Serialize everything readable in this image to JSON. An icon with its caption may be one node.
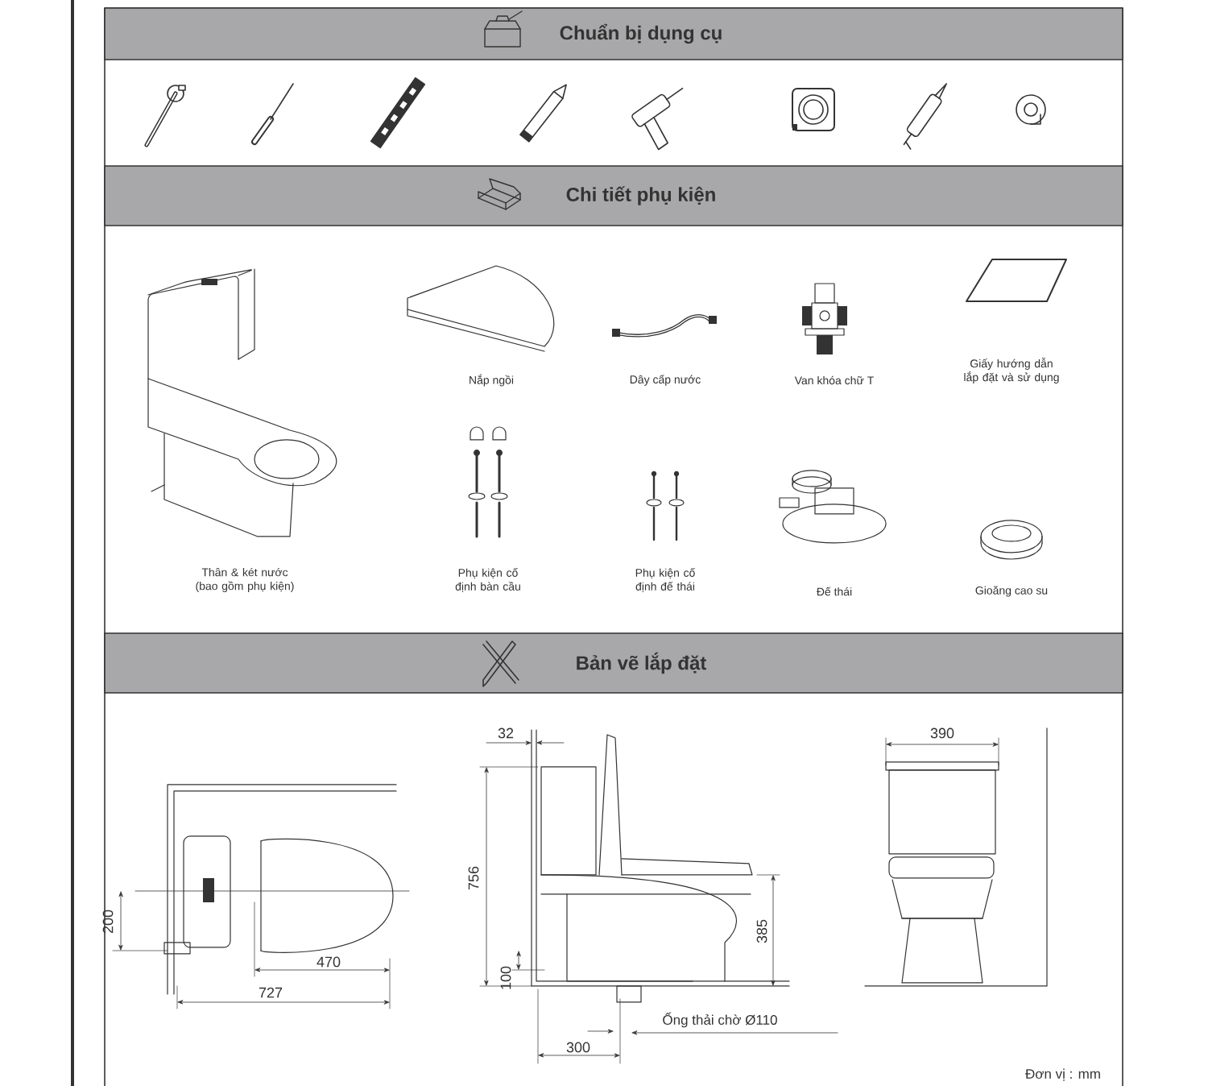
{
  "diagram": {
    "nodes": [
      {
        "text": [
          "Chuẩn bị dụng cụ"
        ]
      },
      {
        "text": [
          "Chi tiết phụ kiện"
        ]
      },
      {
        "text": [
          "Bản vẽ lắp đặt"
        ]
      }
    ],
    "labels": [
      "Nắp ngồi",
      "Dây cấp nước",
      "Van khóa chữ T",
      "Giấy hướng dẫn lắp đặt và sử dụng",
      "Thân & két nước (bao gồm phụ kiện)",
      "Phụ kiện cố định bàn cầu",
      "Phụ kiện cố định đế thái",
      "Đế thái",
      "Gioăng cao su",
      "32",
      "390",
      "756",
      "385",
      "200",
      "470",
      "100",
      "727",
      "Ống thải chờ Ø110",
      "300",
      "Đơn vị : mm"
    ]
  }
}
